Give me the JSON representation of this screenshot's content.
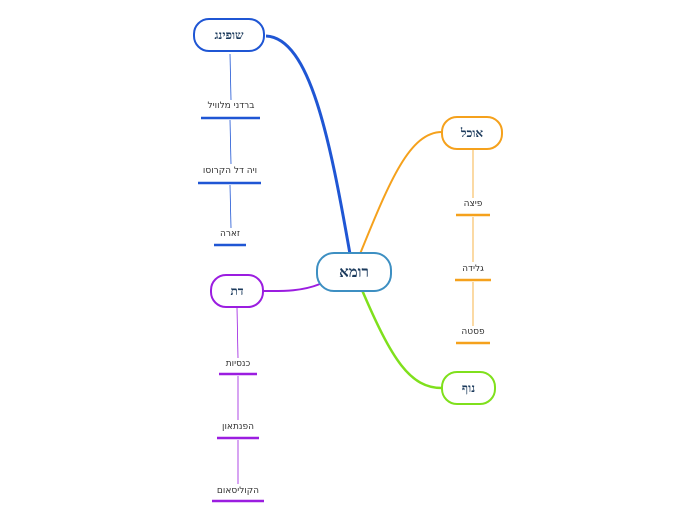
{
  "root": {
    "label": "רומא",
    "color": "#3d8fc2"
  },
  "branches": [
    {
      "id": "shopping",
      "label": "שופינג",
      "color": "#1f56d4",
      "items": [
        "ברדני מלוויל",
        "ויה דל הקרוסו",
        "זארה"
      ]
    },
    {
      "id": "food",
      "label": "אוכל",
      "color": "#f5a11c",
      "items": [
        "פיצה",
        "גלידה",
        "פסטה"
      ]
    },
    {
      "id": "religion",
      "label": "דת",
      "color": "#9b1de0",
      "items": [
        "כנסיות",
        "הפנתאון",
        "הקוליסאום"
      ]
    },
    {
      "id": "view",
      "label": "נוף",
      "color": "#7fe01c",
      "items": []
    }
  ]
}
